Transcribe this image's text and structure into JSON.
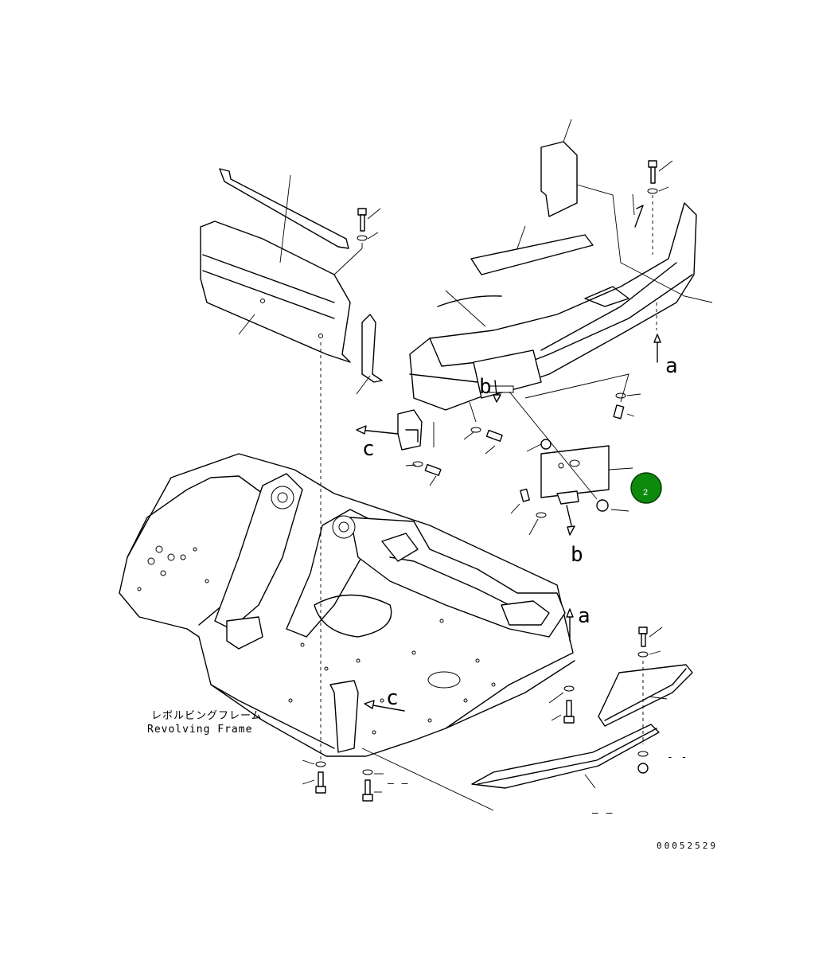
{
  "frame_label": {
    "japanese": "レボルビングフレーム",
    "english": "Revolving Frame"
  },
  "view_markers": {
    "a": "a",
    "b": "b",
    "c": "c"
  },
  "callout": {
    "number": "2",
    "color": "#0b8a0b"
  },
  "drawing_number": "00052529",
  "leader_dashes": [
    "– –",
    "– –",
    "- -"
  ]
}
